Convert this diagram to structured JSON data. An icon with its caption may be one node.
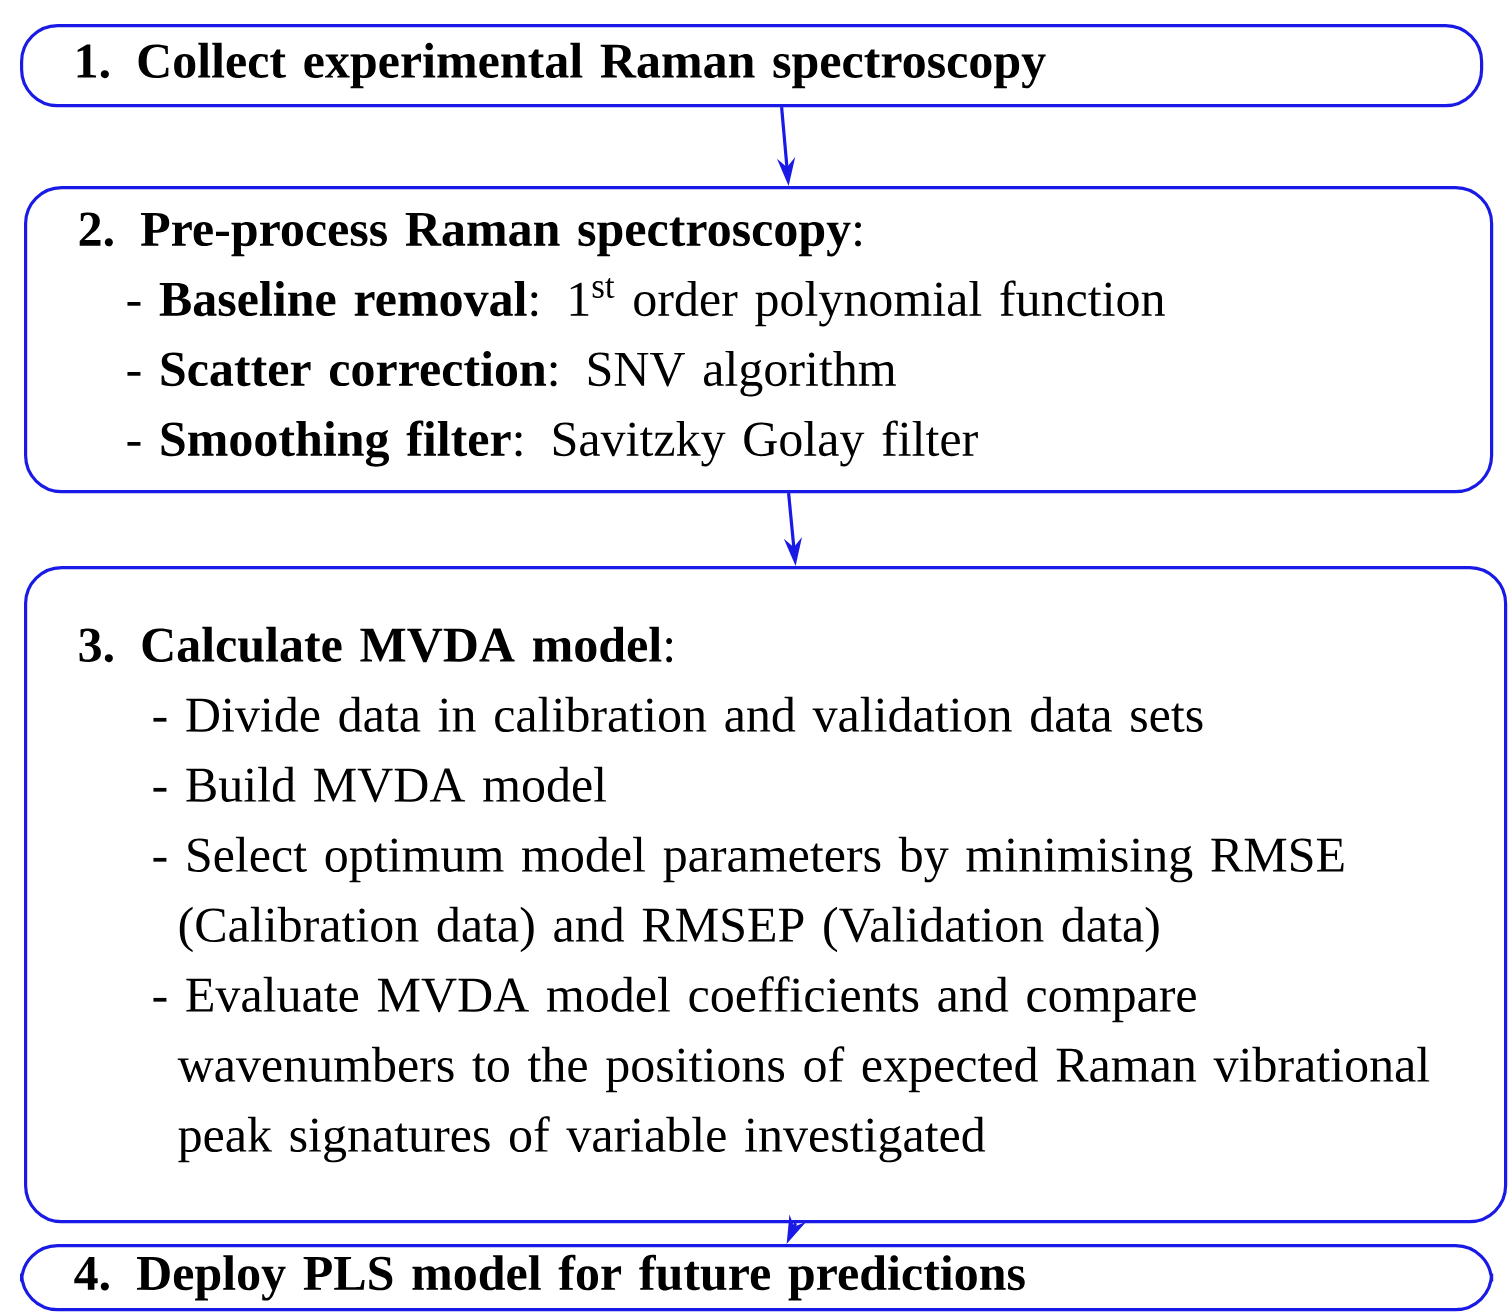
{
  "diagram": {
    "nodes": [
      {
        "text": [
          "1. Collect experimental Raman spectroscopy"
        ]
      },
      {
        "text": [
          "**2. Pre-process Raman spectroscopy**:",
          "- **Baseline removal**: 1$^{st}$ order polynomial function",
          "- **Scatter correction**: SNV algorithm",
          "- **Smoothing filter**: Savitzky Golay filter"
        ]
      },
      {
        "text": [
          "**3. Calculate MVDA model**:",
          "- Divide data in calibration and validation data sets",
          "- Build MVDA model",
          "- Select optimum model parameters by minimising RMSE (Calibration data) and RMSEP (Validation data)",
          "- Evaluate MVDA model coefficients and compare wavenumbers to the positions of expected Raman vibrational peak signatures of variable investigated"
        ]
      },
      {
        "text": [
          "4. Deploy PLS model for future predictions"
        ]
      }
    ],
    "edges": [
      {
        "from": 0,
        "to": 1,
        "arrow": "to"
      },
      {
        "from": 1,
        "to": 2,
        "arrow": "to"
      },
      {
        "from": 2,
        "to": 3,
        "arrow": "to"
      }
    ]
  }
}
